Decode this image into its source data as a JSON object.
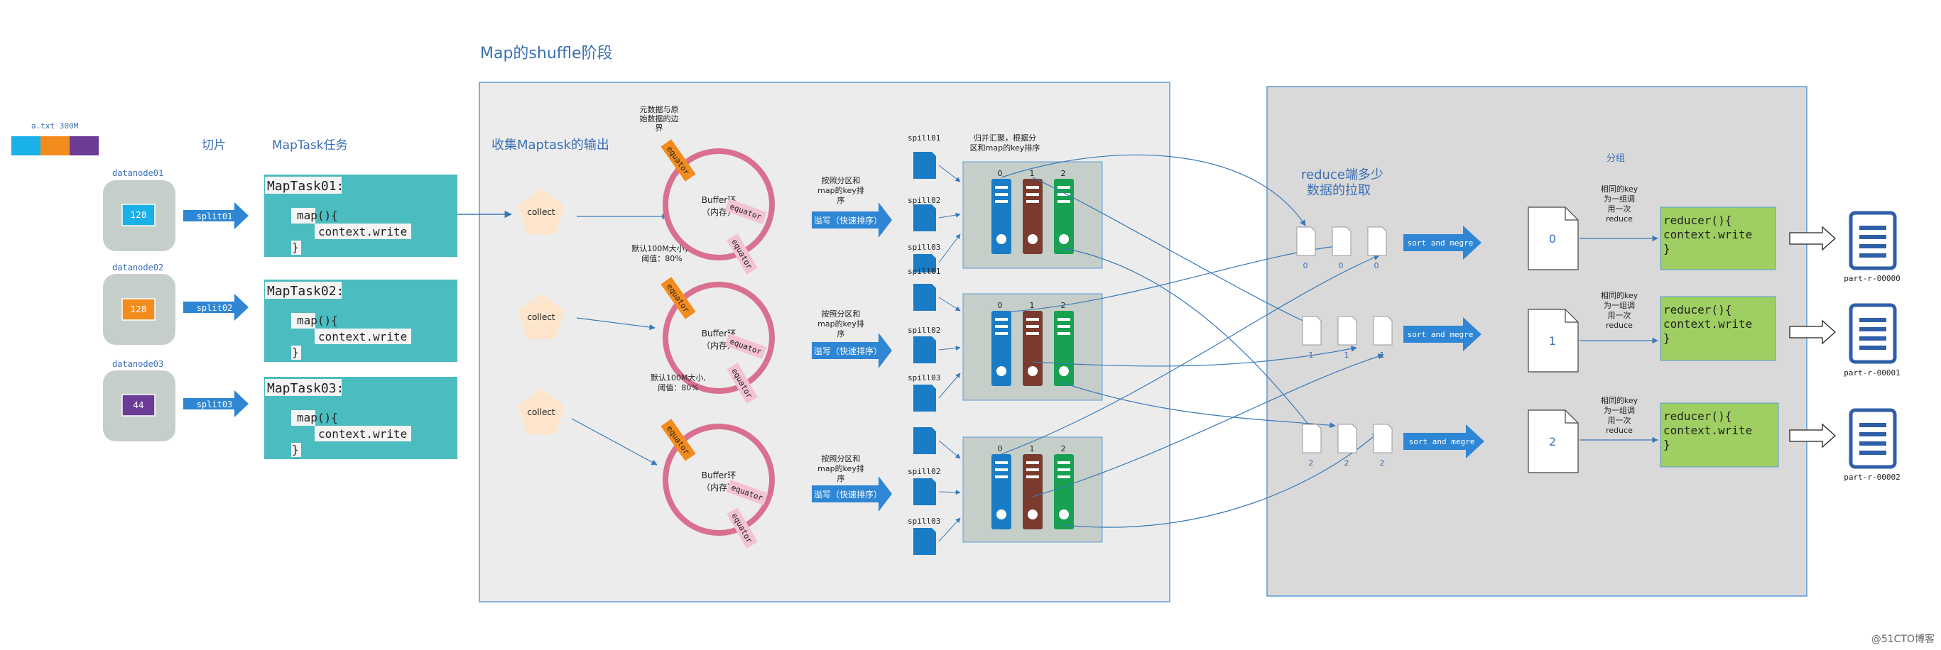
{
  "title": "Map的shuffle阶段",
  "file": {
    "label": "a.txt 300M",
    "colors": [
      "#1ab0e8",
      "#f28c1c",
      "#6c3c96"
    ]
  },
  "headers": {
    "split": "切片",
    "maptask": "MapTask任务",
    "collect_output": "收集Maptask的输出",
    "reduce_fetch_line1": "reduce端多少",
    "reduce_fetch_line2": "数据的拉取",
    "group": "分组"
  },
  "datanodes": [
    {
      "name": "datanode01",
      "block": "128",
      "color": "#1ab0e8",
      "split": "split01",
      "task": "MapTask01:"
    },
    {
      "name": "datanode02",
      "block": "128",
      "color": "#f28c1c",
      "split": "split02",
      "task": "MapTask02:"
    },
    {
      "name": "datanode03",
      "block": "44",
      "color": "#6c3c96",
      "split": "split03",
      "task": "MapTask03:"
    }
  ],
  "code": {
    "map": "map(){",
    "write": "context.write",
    "close": "}"
  },
  "collect_label": "collect",
  "buffer": {
    "line1": "Buffer环",
    "line2": "（内存）",
    "equator": "equator",
    "meta_note_lines": [
      "元数据与原",
      "始数据的边",
      "界"
    ],
    "default_size_line1_a": "默认100M大小，",
    "default_size_line1_b": "默认100M大小,",
    "default_size_line2": "阈值：80%"
  },
  "partition_sort_lines": [
    "按照分区和",
    "map的key排",
    "序"
  ],
  "spill_sort_label": "溢写（快速排序）",
  "spills": [
    "spill01",
    "spill02",
    "spill03"
  ],
  "merge_note_lines": [
    "归并汇聚，根据分",
    "区和map的key排序"
  ],
  "partitions": [
    "0",
    "1",
    "2"
  ],
  "sort_merge_label": "sort and megre",
  "group_note_lines": [
    "相同的key",
    "为一组调",
    "用一次",
    "reduce"
  ],
  "reducer": {
    "line1": "reducer(){",
    "line2": "context.write",
    "line3": "}"
  },
  "outputs": [
    "part-r-00000",
    "part-r-00001",
    "part-r-00002"
  ],
  "watermark": "@51CTO博客",
  "colors": {
    "teal": "#4bbcc0",
    "arrow_blue": "#2e86d4",
    "ring_pink": "#d9708f",
    "cabinet_blue": "#1a7cc6",
    "cabinet_brown": "#7a3b2e",
    "cabinet_green": "#17a150",
    "reducer_green": "#9fcf62",
    "panel_gray": "#d9d9d9",
    "panel_light": "#ececec"
  }
}
